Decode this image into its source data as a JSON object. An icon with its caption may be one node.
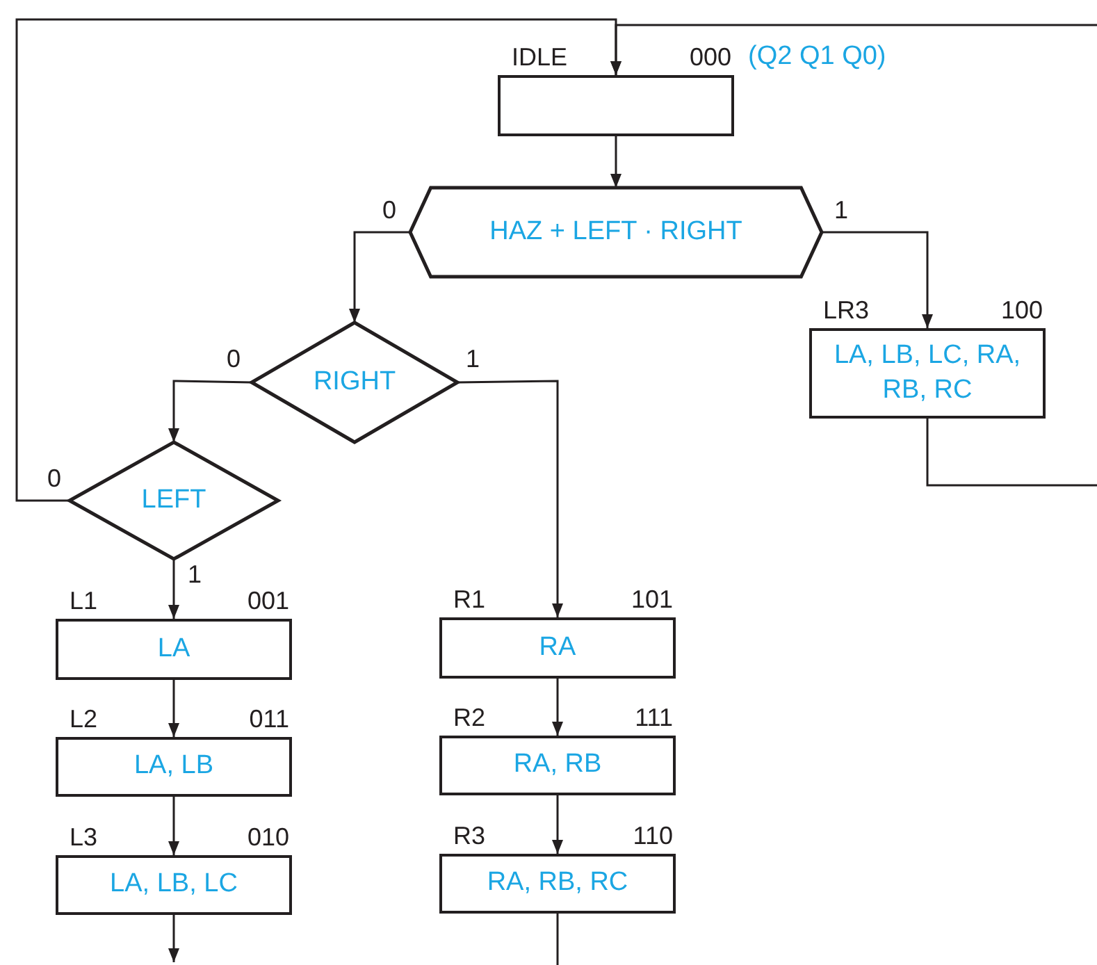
{
  "diagram": {
    "nodes": [
      {
        "text": [
          "IDLE",
          "000"
        ]
      },
      {
        "text": [
          "HAZ + LEFT · RIGHT"
        ]
      },
      {
        "text": [
          "LR3",
          "100",
          "LA, LB, LC, RA, RB, RC"
        ]
      },
      {
        "text": [
          "RIGHT"
        ]
      },
      {
        "text": [
          "LEFT"
        ]
      },
      {
        "text": [
          "L1",
          "001",
          "LA"
        ]
      },
      {
        "text": [
          "L2",
          "011",
          "LA, LB"
        ]
      },
      {
        "text": [
          "L3",
          "010",
          "LA, LB, LC"
        ]
      },
      {
        "text": [
          "R1",
          "101",
          "RA"
        ]
      },
      {
        "text": [
          "R2",
          "111",
          "RA, RB"
        ]
      },
      {
        "text": [
          "R3",
          "110",
          "RA, RB, RC"
        ]
      }
    ],
    "edges": [
      {
        "from": 0,
        "to": 1,
        "arrow": "to"
      },
      {
        "from": 1,
        "to": 3,
        "arrow": "to",
        "label": "0"
      },
      {
        "from": 1,
        "to": 2,
        "arrow": "to",
        "label": "1"
      },
      {
        "from": 3,
        "to": 4,
        "arrow": "to",
        "label": "0"
      },
      {
        "from": 3,
        "to": 8,
        "arrow": "to",
        "label": "1"
      },
      {
        "from": 4,
        "to": 0,
        "arrow": "to",
        "label": "0"
      },
      {
        "from": 4,
        "to": 5,
        "arrow": "to",
        "label": "1"
      },
      {
        "from": 5,
        "to": 6,
        "arrow": "to"
      },
      {
        "from": 6,
        "to": 7,
        "arrow": "to"
      },
      {
        "from": 8,
        "to": 9,
        "arrow": "to"
      },
      {
        "from": 9,
        "to": 10,
        "arrow": "to"
      },
      {
        "from": 7,
        "to": null,
        "arrow": "to"
      },
      {
        "from": 10,
        "to": null,
        "arrow": "none"
      },
      {
        "from": 2,
        "to": null,
        "arrow": "none"
      },
      {
        "from": null,
        "to": 0,
        "arrow": "to"
      }
    ],
    "labels": [
      "(Q2 Q1 Q0)"
    ]
  }
}
